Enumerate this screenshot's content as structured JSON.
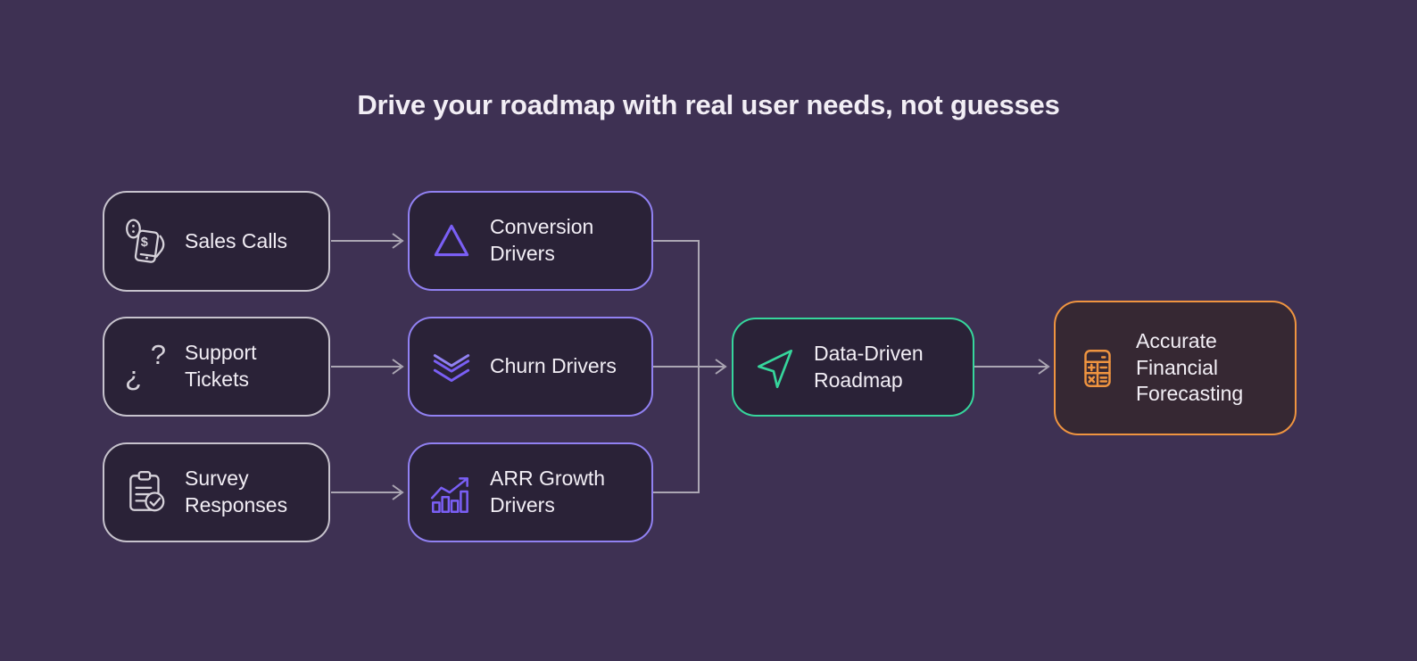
{
  "title": "Drive your roadmap with real user needs, not guesses",
  "nodes": {
    "sales_calls": {
      "label": "Sales Calls",
      "icon": "phone-dollar-icon"
    },
    "support_tickets": {
      "label": "Support Tickets",
      "icon": "question-marks-icon"
    },
    "survey_responses": {
      "label": "Survey Responses",
      "icon": "clipboard-check-icon"
    },
    "conversion_drivers": {
      "label": "Conversion Drivers",
      "icon": "triangle-icon"
    },
    "churn_drivers": {
      "label": "Churn Drivers",
      "icon": "double-chevron-down-icon"
    },
    "arr_growth_drivers": {
      "label": "ARR Growth Drivers",
      "icon": "growth-chart-icon"
    },
    "data_driven_roadmap": {
      "label": "Data-Driven Roadmap",
      "icon": "navigation-arrow-icon"
    },
    "financial_forecasting": {
      "label": "Accurate Financial Forecasting",
      "icon": "calculator-icon"
    }
  },
  "question_mark_glyphs": {
    "open": "¿",
    "close": "?"
  },
  "dollar_glyph": "$",
  "colors": {
    "background": "#3e3153",
    "box_background": "#2a2237",
    "warm_box_background": "#362833",
    "gray_border": "#c7c3cd",
    "purple_border": "#9181f2",
    "purple_icon": "#7a5ff5",
    "green_border": "#36d69c",
    "orange_border": "#ef9440",
    "text": "#f2eef5",
    "connector": "#aba6b3"
  }
}
